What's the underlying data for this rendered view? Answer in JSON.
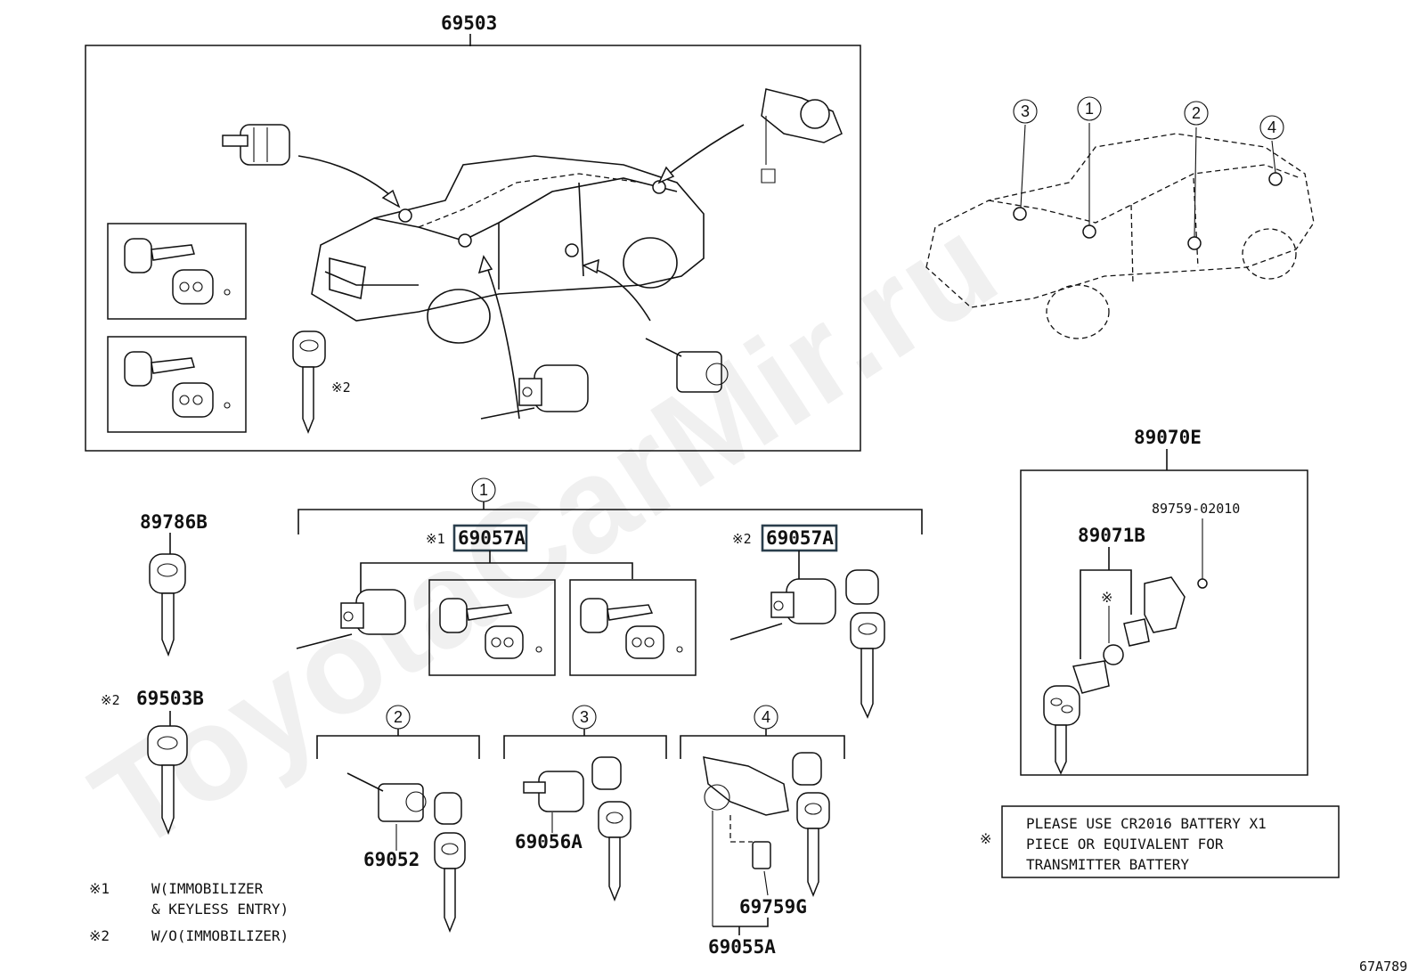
{
  "labels": {
    "p69503": "69503",
    "p89070E": "89070E",
    "p89786B": "89786B",
    "p69503B": "69503B",
    "p69057A_1": "69057A",
    "p69057A_2": "69057A",
    "p89759": "89759-02010",
    "p89071B": "89071B",
    "p69052": "69052",
    "p69056A": "69056A",
    "p69759G": "69759G",
    "p69055A": "69055A",
    "code": "67A789"
  },
  "circles": [
    "1",
    "2",
    "3",
    "4"
  ],
  "marks": {
    "ref1": "※1",
    "ref2": "※2",
    "ref": "※"
  },
  "legend": {
    "l1a": "W(IMMOBILIZER",
    "l1b": "& KEYLESS ENTRY)",
    "l2": "W/O(IMMOBILIZER)"
  },
  "battery_note": {
    "line1": "PLEASE USE CR2016 BATTERY X1",
    "line2": "PIECE OR EQUIVALENT FOR",
    "line3": "TRANSMITTER BATTERY"
  },
  "watermark": "ToyotaCarMir.ru"
}
